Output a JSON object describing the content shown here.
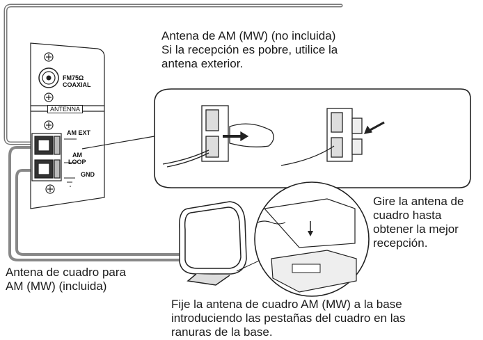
{
  "panel": {
    "fm_label_line1": "FM75Ω",
    "fm_label_line2": "COAXIAL",
    "antenna_label": "ANTENNA",
    "am_ext_label": "AM EXT",
    "am_loop_line1": "AM",
    "am_loop_line2": "LOOP",
    "gnd_label": "GND"
  },
  "callouts": {
    "am_antenna_line1": "Antena de AM (MW) (no incluida)",
    "am_antenna_line2": "Si la recepción es pobre, utilice la",
    "am_antenna_line3": "antena exterior.",
    "rotate_line1": "Gire la antena de",
    "rotate_line2": "cuadro hasta",
    "rotate_line3": "obtener la mejor",
    "rotate_line4": "recepción.",
    "loop_line1": "Antena de cuadro para",
    "loop_line2": "AM (MW) (incluida)",
    "attach_line1": "Fije la antena de cuadro AM (MW) a la base",
    "attach_line2": "introduciendo las pestañas del cuadro en las",
    "attach_line3": "ranuras de la base."
  }
}
